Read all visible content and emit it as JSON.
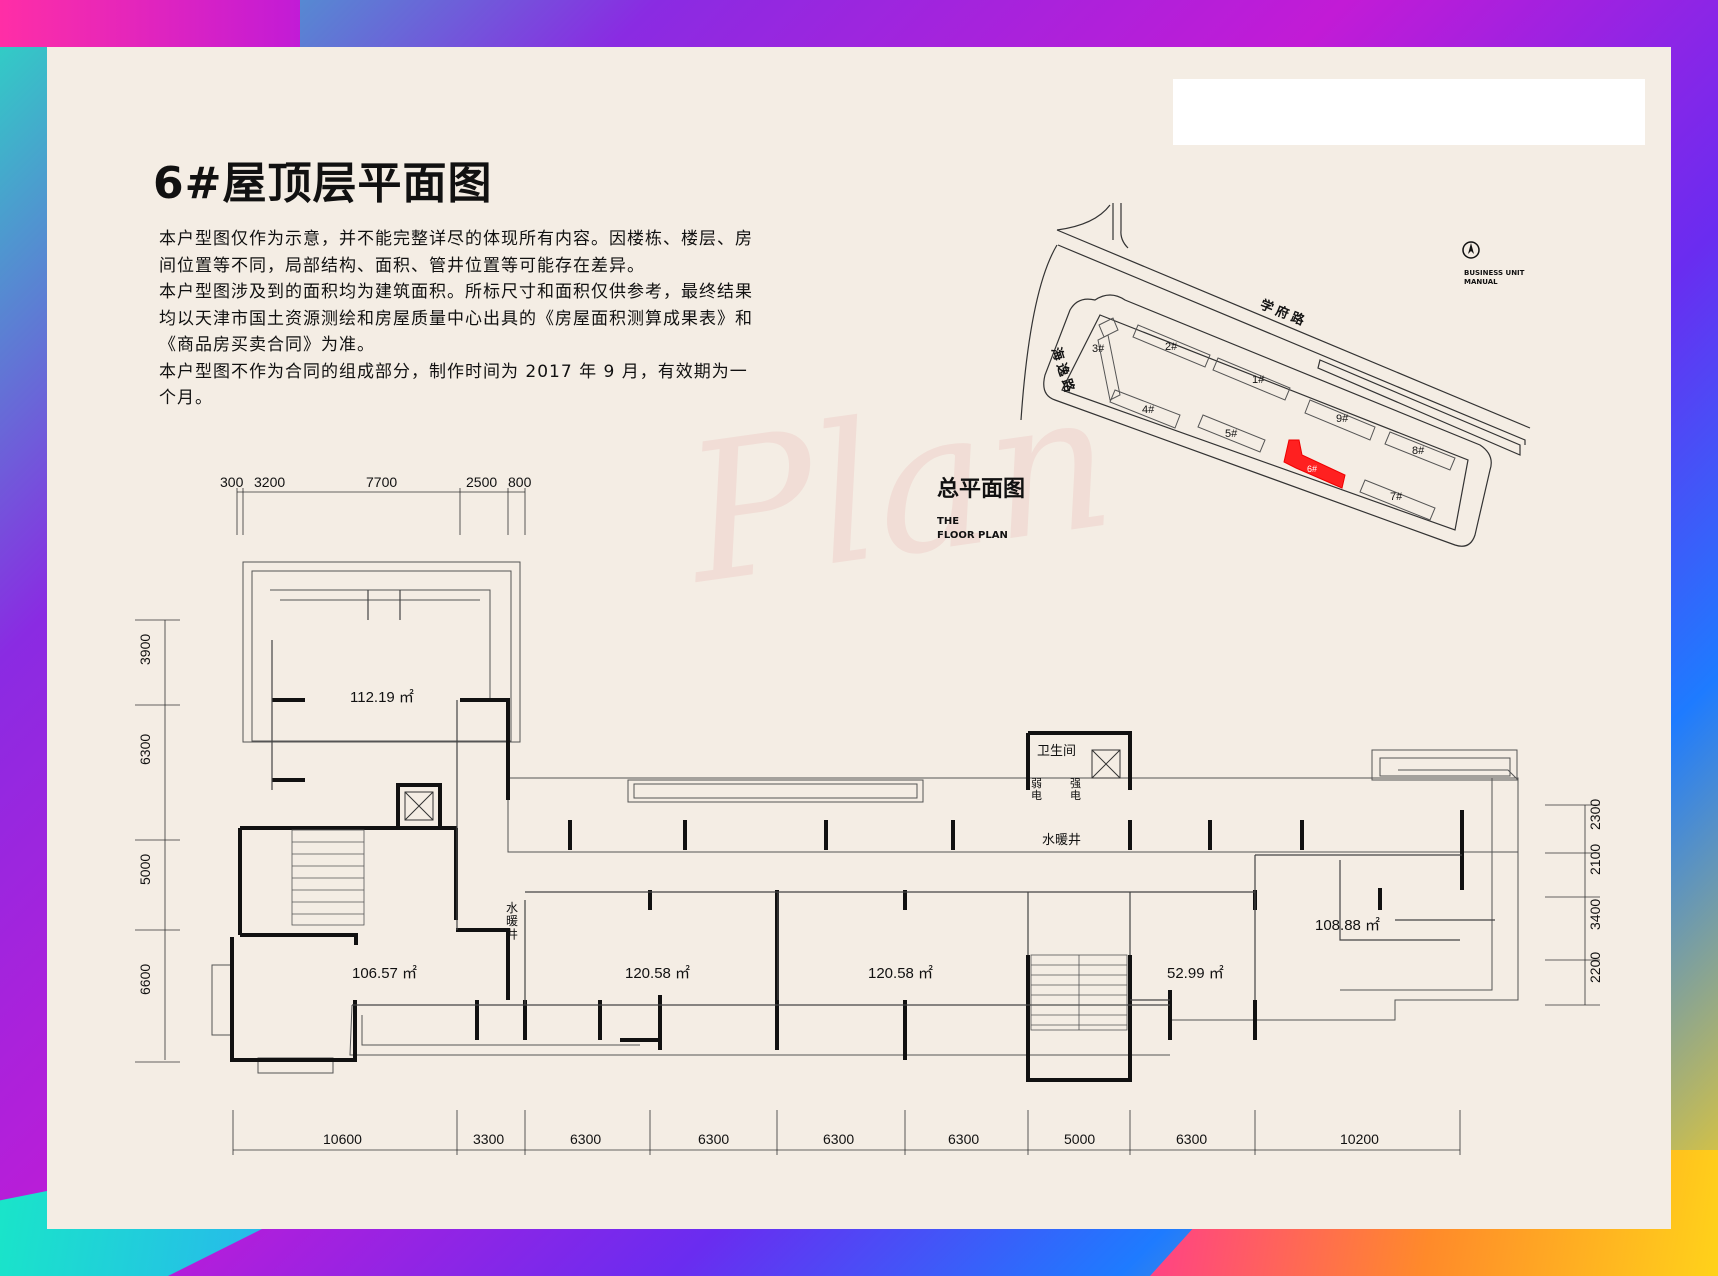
{
  "header": {
    "title": "6#屋顶层平面图",
    "notes": [
      "本户型图仅作为示意，并不能完整详尽的体现所有内容。因楼栋、楼层、房",
      "间位置等不同，局部结构、面积、管井位置等可能存在差异。",
      "本户型图涉及到的面积均为建筑面积。所标尺寸和面积仅供参考，最终结果",
      "均以天津市国土资源测绘和房屋质量中心出具的《房屋面积测算成果表》和",
      "《商品房买卖合同》为准。",
      "本户型图不作为合同的组成部分，制作时间为 2017 年 9 月，有效期为一",
      "个月。"
    ]
  },
  "watermark": "Plan",
  "site_plan": {
    "title": "总平面图",
    "subtitle": "THE\nFLOOR PLAN",
    "manual": "BUSINESS UNIT\nMANUAL",
    "roads": {
      "xuefu": "学 府 路",
      "haiyi": "海 逸 路"
    },
    "buildings": [
      "1#",
      "2#",
      "3#",
      "4#",
      "5#",
      "6#",
      "7#",
      "8#",
      "9#"
    ],
    "highlight": "6#",
    "highlight_color": "#ff2020"
  },
  "floor_plan": {
    "top_dims": [
      "300",
      "3200",
      "7700",
      "2500",
      "800"
    ],
    "left_dims": [
      "3900",
      "6300",
      "5000",
      "6600"
    ],
    "right_dims": [
      "2300",
      "2100",
      "3400",
      "2200"
    ],
    "bottom_dims": [
      "10600",
      "3300",
      "6300",
      "6300",
      "6300",
      "6300",
      "5000",
      "6300",
      "10200"
    ],
    "areas": [
      "112.19 ㎡",
      "106.57 ㎡",
      "120.58 ㎡",
      "120.58 ㎡",
      "52.99 ㎡",
      "108.88 ㎡"
    ],
    "labels": {
      "restroom": "卫生间",
      "weak": "弱\n电",
      "strong": "强\n电",
      "water_heat_well": "水暖井",
      "water_heat_well_vertical": "水\n暖\n井"
    }
  },
  "colors": {
    "paper": "#f4ede4",
    "wall": "#111111"
  }
}
